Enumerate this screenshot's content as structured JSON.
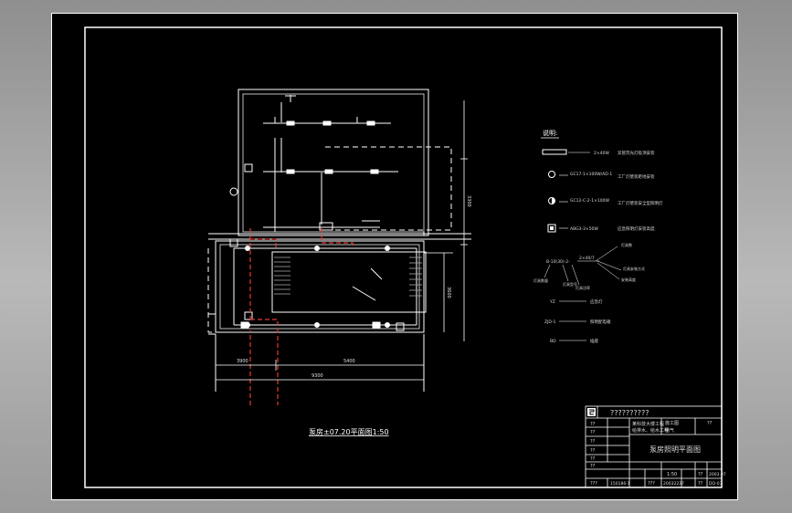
{
  "drawing": {
    "plan_title": "泵房±07.20平面图1:50",
    "legend_heading": "说明:",
    "legend_items": [
      {
        "code": "2×40W",
        "desc": "双管荧光灯吸顶安装"
      },
      {
        "code": "GC17-1×100W/AD-1",
        "desc": "工厂灯壁装距地安装"
      },
      {
        "code": "GC12-C-2-1×100W",
        "desc": "工厂灯壁装安全型照明灯"
      },
      {
        "code": "ABG3-3×50W",
        "desc": "应急照明灯安装高度"
      }
    ],
    "label_note": {
      "formula": "B-10(30)-2-",
      "fraction": "2×40/7",
      "tags": [
        "灯具数量",
        "灯具型号",
        "灯具功率",
        "灯具数",
        "灯具安装方式",
        "安装高度"
      ]
    },
    "abbrev": [
      {
        "code": "YZ",
        "desc": "应急灯"
      },
      {
        "code": "ZJD-1",
        "desc": "照明配电箱"
      },
      {
        "code": "BD",
        "desc": "插座"
      }
    ],
    "dims": {
      "d1": "3900",
      "d2": "5400",
      "total": "9300",
      "v1": "3300",
      "v2": "3600"
    },
    "title_block": {
      "header": "??????????",
      "mark_1": "??",
      "project": "某科技大楼工程",
      "project_2": "给排水、给水工程",
      "stage": "施工图",
      "stage_val": "??",
      "discipline": "电气",
      "drawing_name": "泵房照明平面图",
      "scale": "1:50",
      "date_label": "??",
      "date": "2003.07",
      "sheet_no": "DQ-07",
      "left_rows": [
        "??",
        "??",
        "??",
        "??",
        "??"
      ],
      "bottom": [
        "???",
        "150186-1",
        "???",
        "20032237",
        "??"
      ]
    }
  }
}
